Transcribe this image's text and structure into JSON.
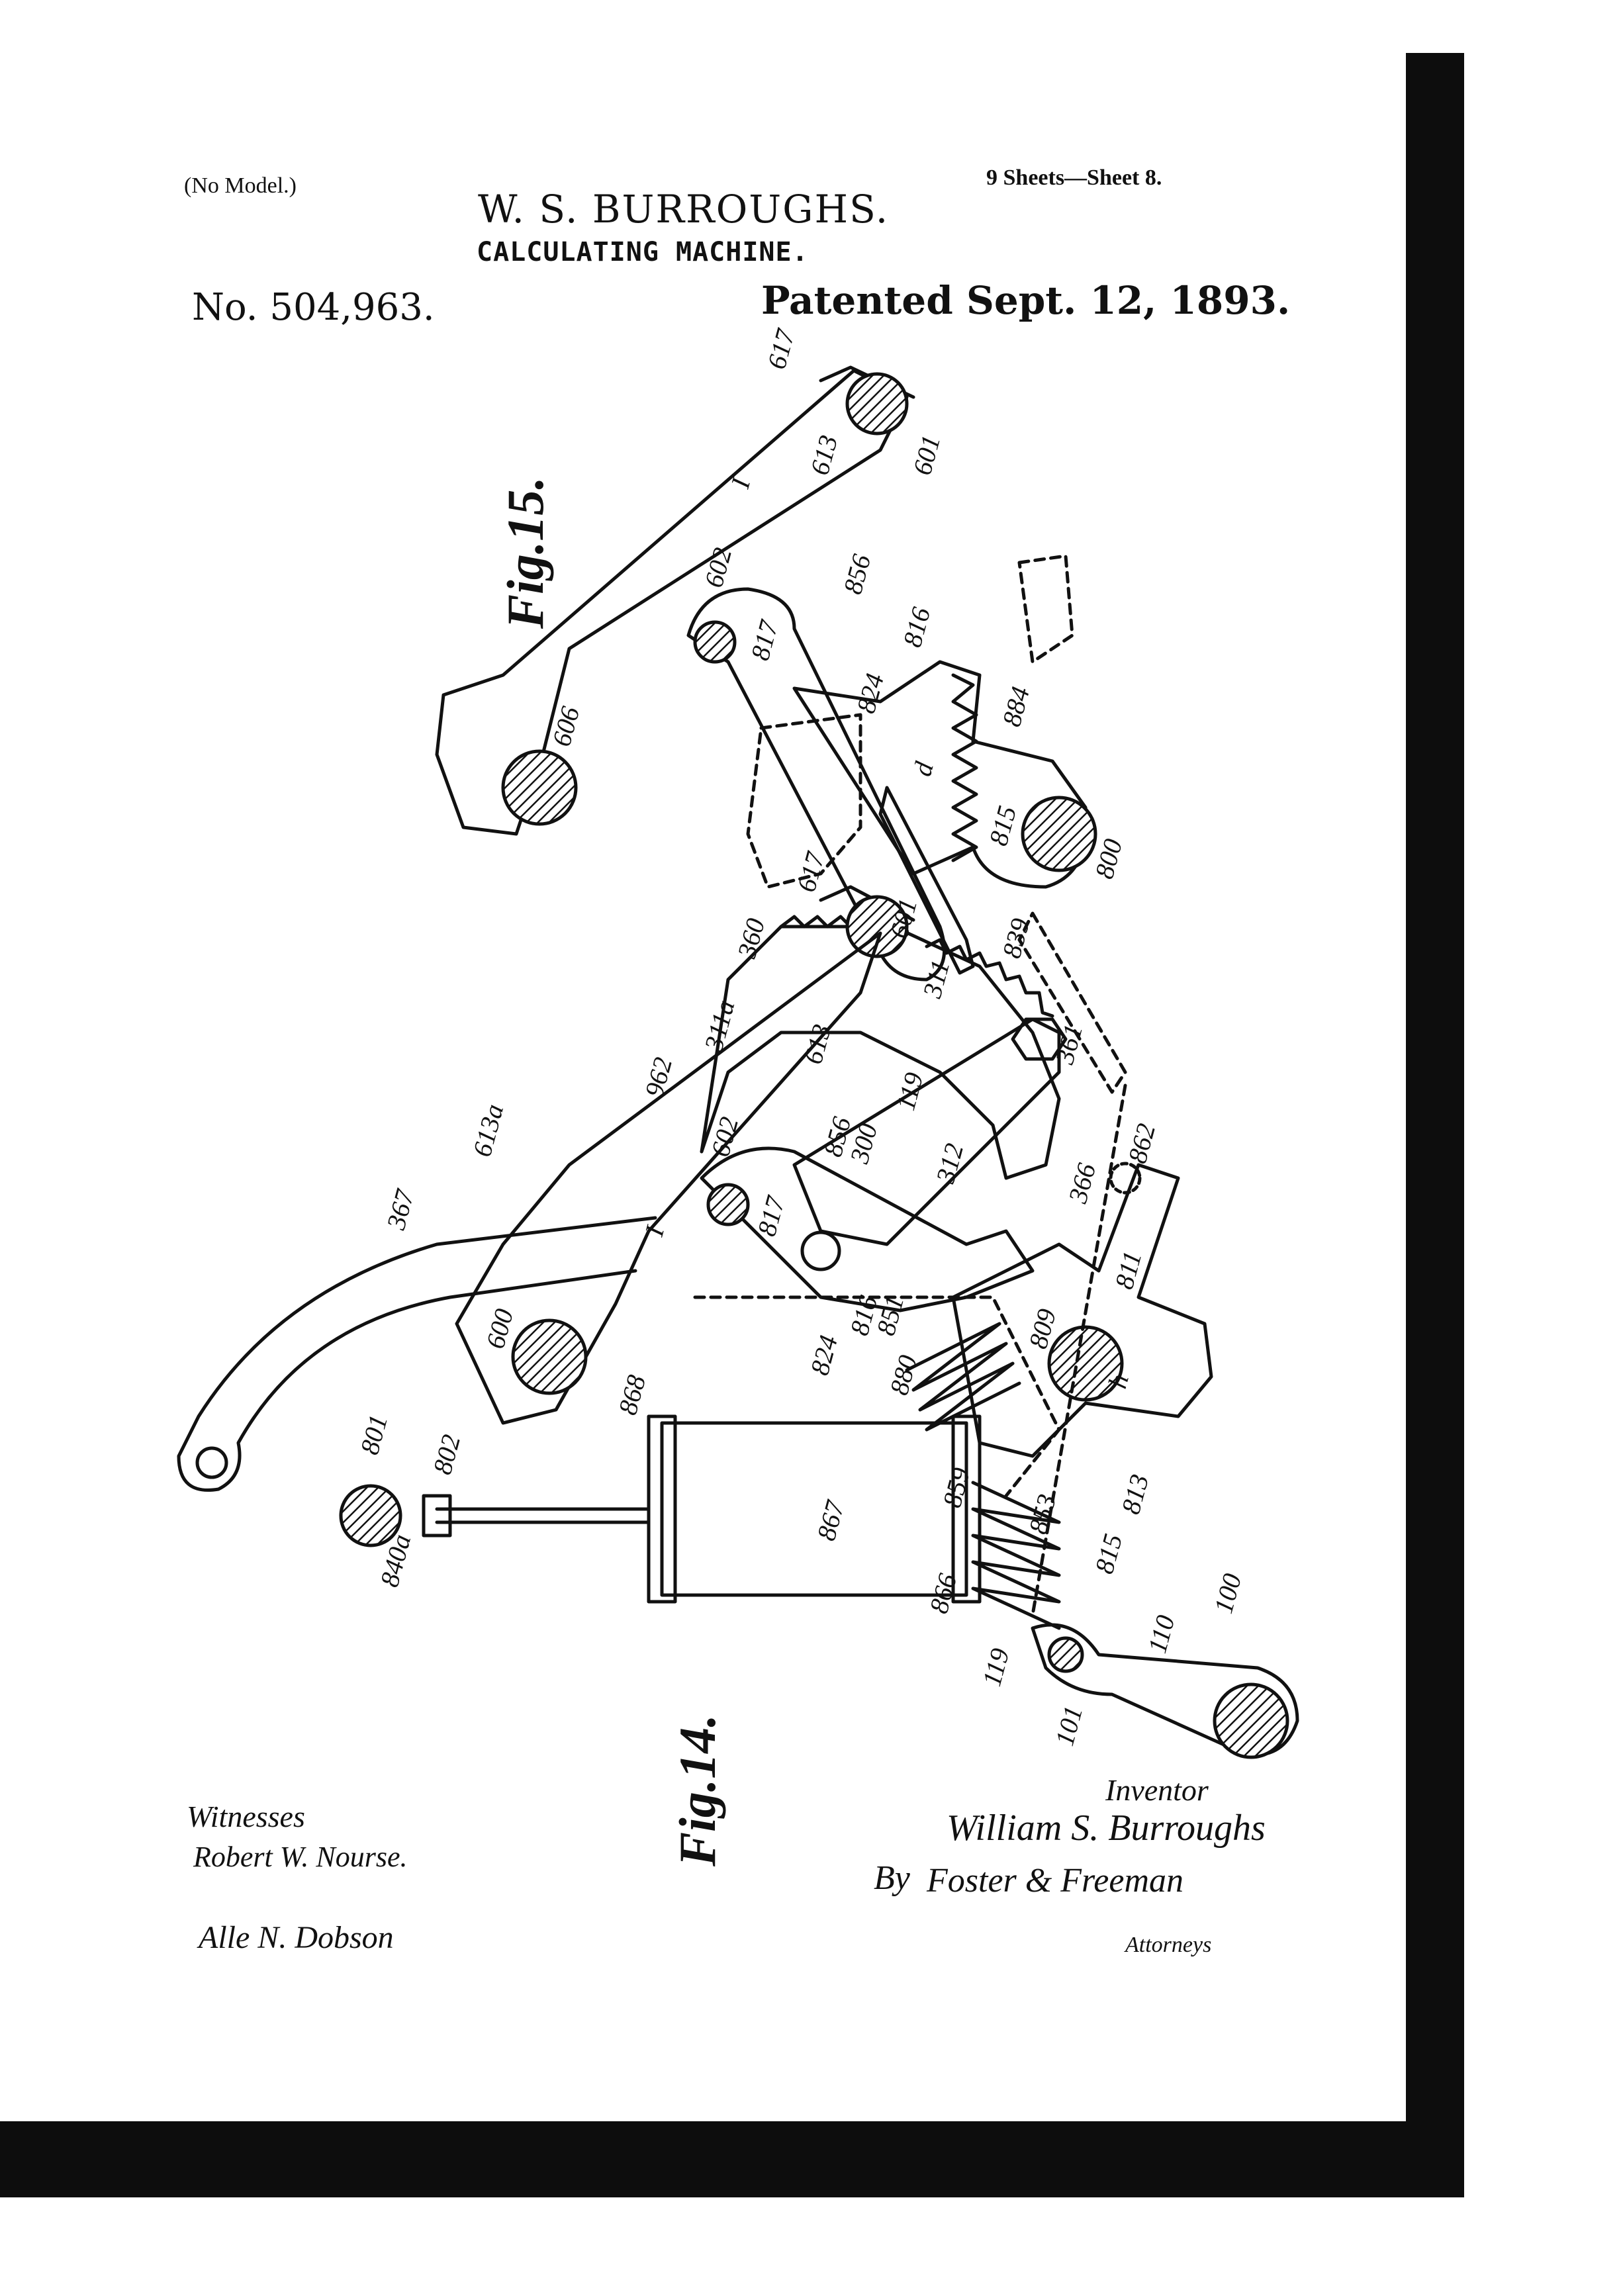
{
  "header": {
    "no_model": "(No Model.)",
    "sheets": "9 Sheets—Sheet 8.",
    "inventor_name": "W. S. BURROUGHS.",
    "title": "CALCULATING MACHINE.",
    "patent_number": "No. 504,963.",
    "patent_date": "Patented Sept. 12, 1893."
  },
  "figures": {
    "fig15": {
      "label": "Fig.15.",
      "parts": [
        "617",
        "601",
        "613",
        "I",
        "602",
        "856",
        "816",
        "817",
        "884",
        "606",
        "824",
        "d",
        "815",
        "800",
        "617",
        "601",
        "839"
      ]
    },
    "fig14": {
      "label": "Fig.14.",
      "parts": [
        "360",
        "311a",
        "962",
        "311",
        "613",
        "361",
        "613a",
        "367",
        "602",
        "856",
        "300",
        "119",
        "312",
        "817",
        "I",
        "366",
        "862",
        "600",
        "811",
        "816",
        "851",
        "824",
        "880",
        "809",
        "h",
        "868",
        "801",
        "802",
        "867",
        "859",
        "853",
        "813",
        "840a",
        "815",
        "866",
        "110",
        "100",
        "119",
        "101"
      ]
    }
  },
  "footer": {
    "witnesses_label": "Witnesses",
    "witness_1": "Robert W. Nourse.",
    "witness_2": "Alle N. Dobson",
    "inventor_label": "Inventor",
    "inventor_signature": "William S. Burroughs",
    "by": "By",
    "attorney_signature": "Foster & Freeman",
    "attorneys_label": "Attorneys"
  }
}
